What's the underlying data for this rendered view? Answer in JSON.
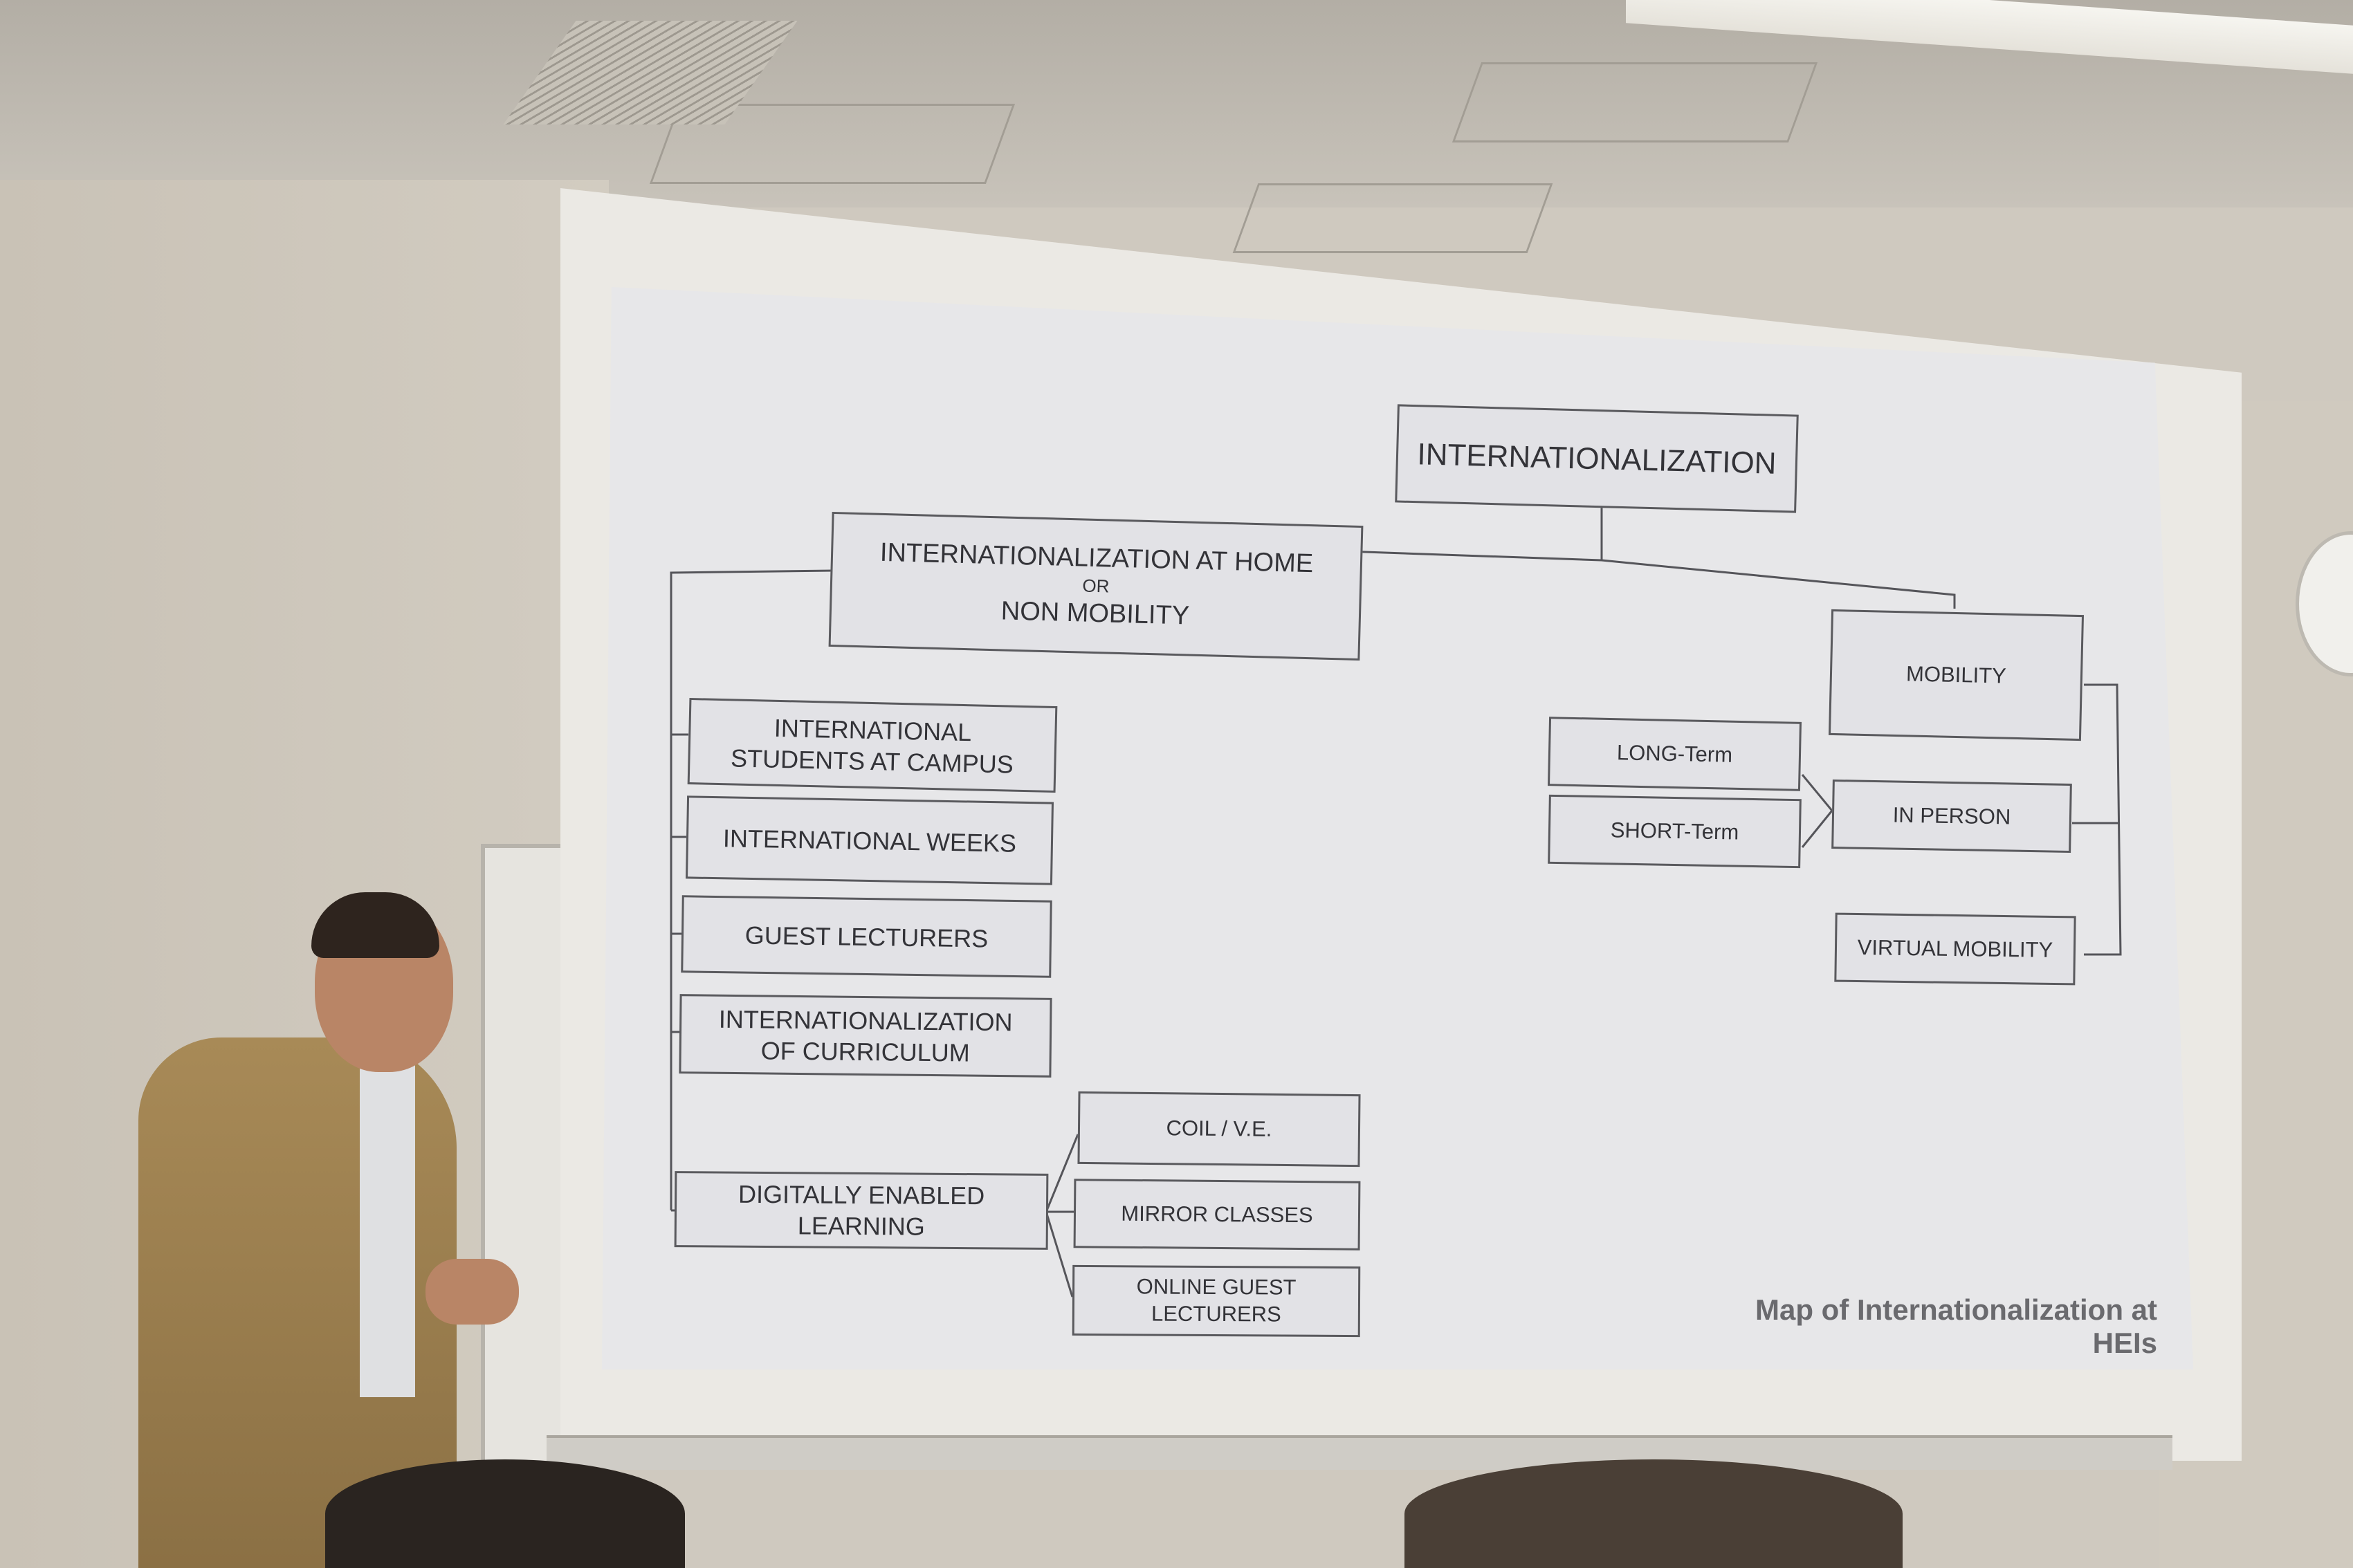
{
  "slide": {
    "root": "INTERNATIONALIZATION",
    "home": {
      "line1": "INTERNATIONALIZATION AT HOME",
      "or": "OR",
      "line2": "NON MOBILITY"
    },
    "home_items": {
      "students": [
        "INTERNATIONAL",
        "STUDENTS AT CAMPUS"
      ],
      "weeks": "INTERNATIONAL WEEKS",
      "lecturers": "GUEST LECTURERS",
      "curriculum": [
        "INTERNATIONALIZATION",
        "OF CURRICULUM"
      ],
      "digital": [
        "DIGITALLY ENABLED",
        "LEARNING"
      ]
    },
    "digital_items": {
      "coil": "COIL / V.E.",
      "mirror": "MIRROR CLASSES",
      "online": [
        "ONLINE GUEST",
        "LECTURERS"
      ]
    },
    "mobility": {
      "title": "MOBILITY",
      "long_term": "LONG-Term",
      "short_term": "SHORT-Term",
      "in_person": "IN PERSON",
      "virtual": "VIRTUAL MOBILITY"
    },
    "caption": "Map of Internationalization at HEIs"
  }
}
